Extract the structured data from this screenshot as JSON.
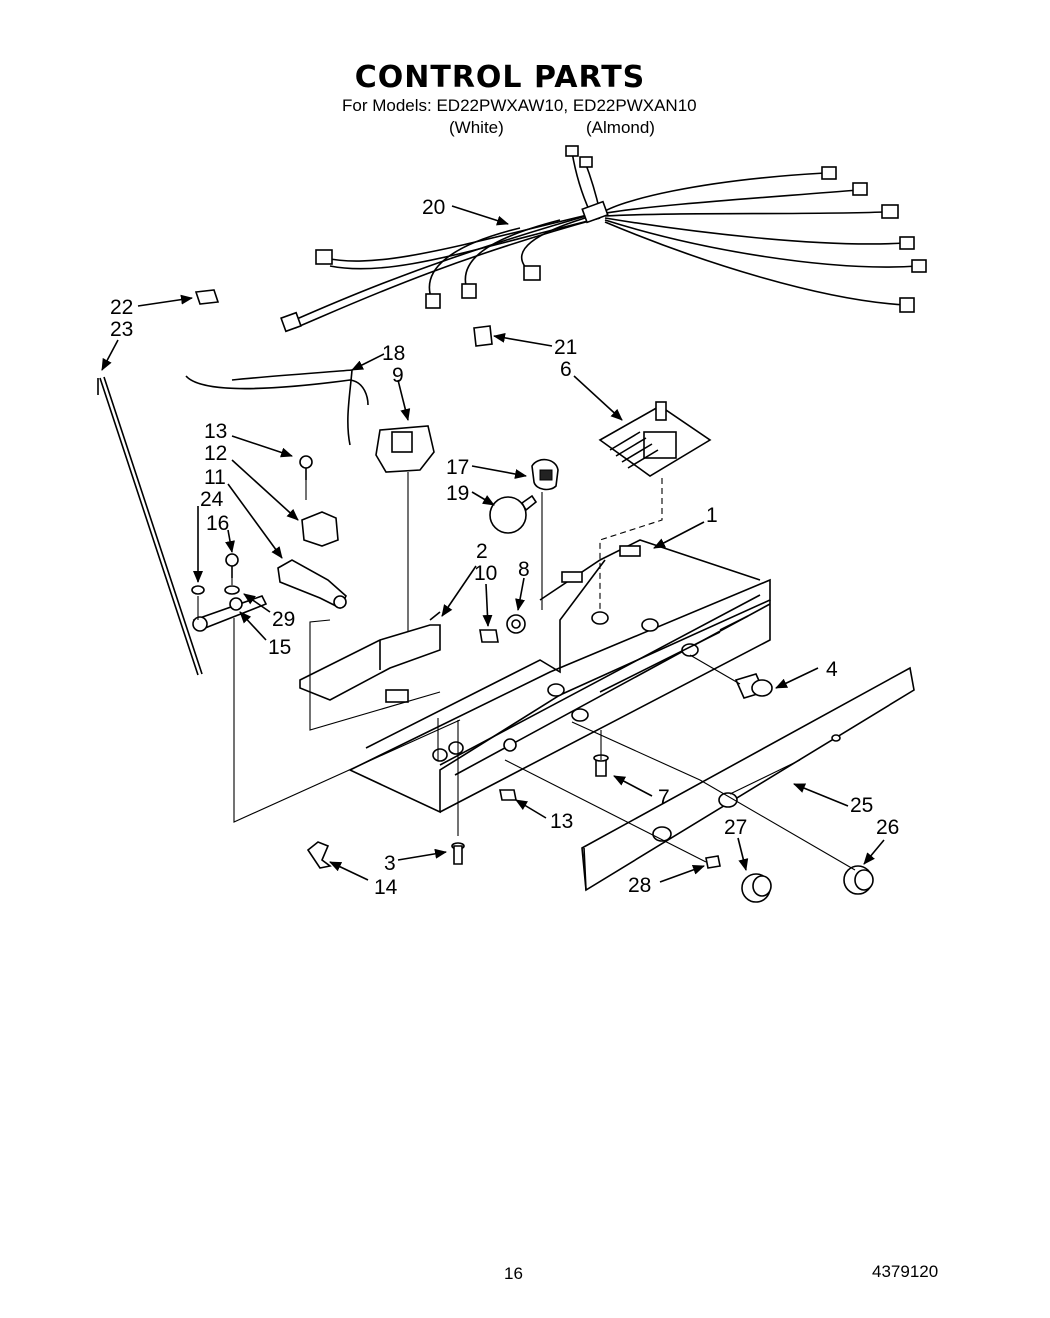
{
  "title": "CONTROL PARTS",
  "models_line": "For Models: ED22PWXAW10, ED22PWXAN10",
  "color_white": "(White)",
  "color_almond": "(Almond)",
  "page_number": "16",
  "document_number": "4379120",
  "callouts": [
    "20",
    "22",
    "23",
    "21",
    "18",
    "9",
    "6",
    "13",
    "12",
    "11",
    "17",
    "19",
    "24",
    "16",
    "1",
    "2",
    "10",
    "8",
    "29",
    "15",
    "4",
    "7",
    "25",
    "13",
    "27",
    "26",
    "3",
    "14",
    "28"
  ]
}
